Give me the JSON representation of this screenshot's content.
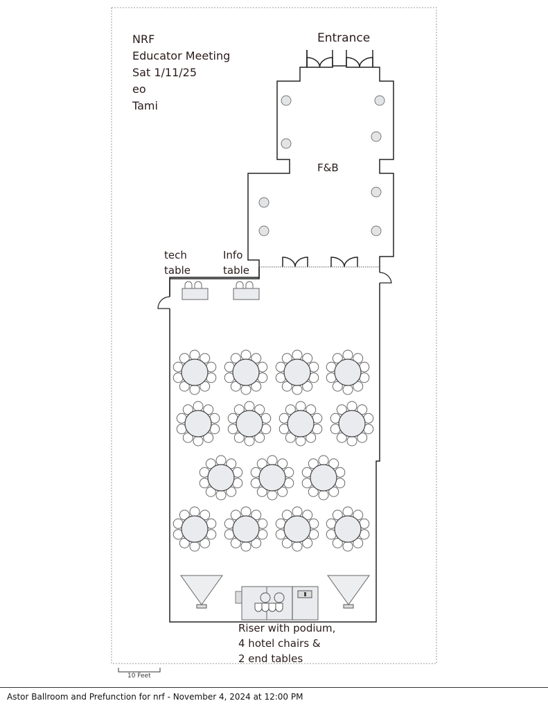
{
  "event_info": [
    "NRF",
    "Educator Meeting",
    "Sat 1/11/25",
    "eo",
    "Tami"
  ],
  "labels": {
    "entrance": "Entrance",
    "fnb": "F&B",
    "tech_table": [
      "tech",
      "table"
    ],
    "info_table": [
      "Info",
      "table"
    ],
    "riser": [
      "Riser with podium,",
      "4 hotel chairs &",
      "2 end tables"
    ]
  },
  "round_tables": {
    "rows": [
      4,
      4,
      3,
      4
    ],
    "chairs_per_table": 10
  },
  "scale_label": "10 Feet",
  "footer": "Astor Ballroom and Prefunction for nrf - November 4, 2024 at 12:00 PM",
  "colors": {
    "wall": "#222222",
    "fill": "#e9ebee",
    "furniture_stroke": "#666666"
  }
}
